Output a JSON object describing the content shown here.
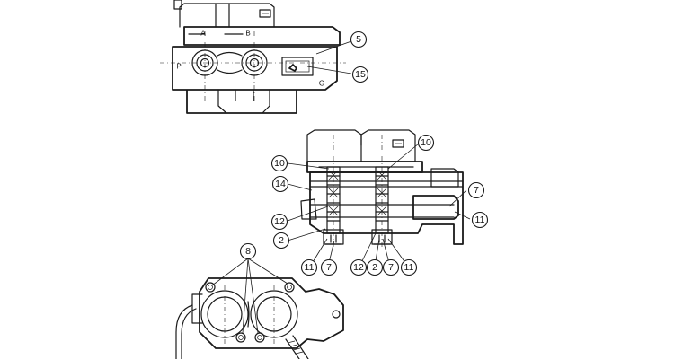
{
  "ports": {
    "a": "A",
    "b": "B",
    "p": "P",
    "g": "G"
  },
  "callouts": {
    "c5": "5",
    "c15": "15",
    "c10_left": "10",
    "c10_right": "10",
    "c14": "14",
    "c7_right": "7",
    "c12_left": "12",
    "c11_right": "11",
    "c2_left": "2",
    "c11_bl": "11",
    "c7_bl": "7",
    "c12_br": "12",
    "c2_br": "2",
    "c7_br": "7",
    "c11_br": "11",
    "c8": "8"
  }
}
